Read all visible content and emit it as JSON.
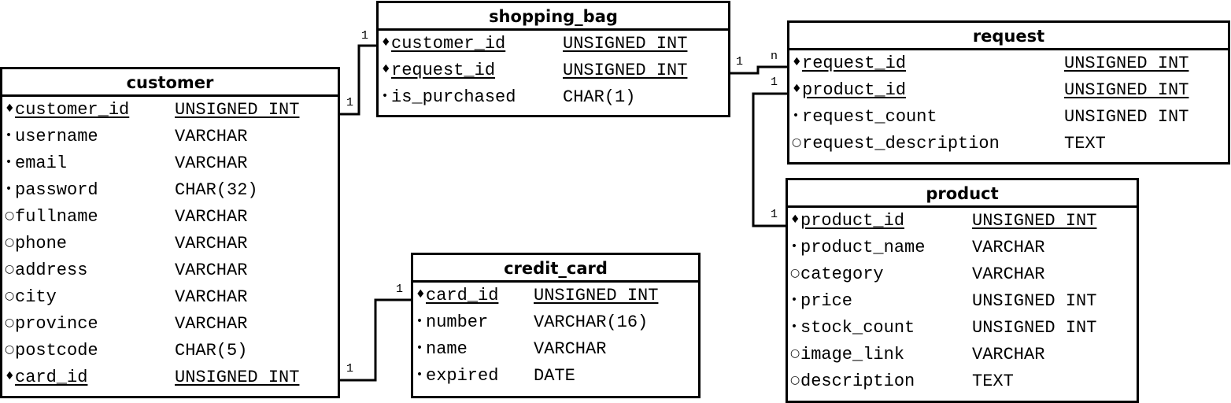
{
  "tables": {
    "customer": {
      "name": "customer",
      "fields": [
        {
          "name": "customer_id",
          "type": "UNSIGNED INT",
          "marker": "♦",
          "key": true
        },
        {
          "name": "username",
          "type": "VARCHAR",
          "marker": "•",
          "key": false
        },
        {
          "name": "email",
          "type": "VARCHAR",
          "marker": "•",
          "key": false
        },
        {
          "name": "password",
          "type": "CHAR(32)",
          "marker": "•",
          "key": false
        },
        {
          "name": "fullname",
          "type": "VARCHAR",
          "marker": "○",
          "key": false
        },
        {
          "name": "phone",
          "type": "VARCHAR",
          "marker": "○",
          "key": false
        },
        {
          "name": "address",
          "type": "VARCHAR",
          "marker": "○",
          "key": false
        },
        {
          "name": "city",
          "type": "VARCHAR",
          "marker": "○",
          "key": false
        },
        {
          "name": "province",
          "type": "VARCHAR",
          "marker": "○",
          "key": false
        },
        {
          "name": "postcode",
          "type": "CHAR(5)",
          "marker": "○",
          "key": false
        },
        {
          "name": "card_id",
          "type": "UNSIGNED INT",
          "marker": "♦",
          "key": true
        }
      ]
    },
    "shopping_bag": {
      "name": "shopping_bag",
      "fields": [
        {
          "name": "customer_id",
          "type": "UNSIGNED INT",
          "marker": "♦",
          "key": true
        },
        {
          "name": "request_id",
          "type": "UNSIGNED INT",
          "marker": "♦",
          "key": true
        },
        {
          "name": "is_purchased",
          "type": "CHAR(1)",
          "marker": "•",
          "key": false
        }
      ]
    },
    "request": {
      "name": "request",
      "fields": [
        {
          "name": "request_id",
          "type": "UNSIGNED INT",
          "marker": "♦",
          "key": true
        },
        {
          "name": "product_id",
          "type": "UNSIGNED INT",
          "marker": "♦",
          "key": true
        },
        {
          "name": "request_count",
          "type": "UNSIGNED INT",
          "marker": "•",
          "key": false
        },
        {
          "name": "request_description",
          "type": "TEXT",
          "marker": "○",
          "key": false
        }
      ]
    },
    "credit_card": {
      "name": "credit_card",
      "fields": [
        {
          "name": "card_id",
          "type": "UNSIGNED INT",
          "marker": "♦",
          "key": true
        },
        {
          "name": "number",
          "type": "VARCHAR(16)",
          "marker": "•",
          "key": false
        },
        {
          "name": "name",
          "type": "VARCHAR",
          "marker": "•",
          "key": false
        },
        {
          "name": "expired",
          "type": "DATE",
          "marker": "•",
          "key": false
        }
      ]
    },
    "product": {
      "name": "product",
      "fields": [
        {
          "name": "product_id",
          "type": "UNSIGNED INT",
          "marker": "♦",
          "key": true
        },
        {
          "name": "product_name",
          "type": "VARCHAR",
          "marker": "•",
          "key": false
        },
        {
          "name": "category",
          "type": "VARCHAR",
          "marker": "○",
          "key": false
        },
        {
          "name": "price",
          "type": "UNSIGNED INT",
          "marker": "•",
          "key": false
        },
        {
          "name": "stock_count",
          "type": "UNSIGNED INT",
          "marker": "•",
          "key": false
        },
        {
          "name": "image_link",
          "type": "VARCHAR",
          "marker": "○",
          "key": false
        },
        {
          "name": "description",
          "type": "TEXT",
          "marker": "○",
          "key": false
        }
      ]
    }
  },
  "relationships": [
    {
      "from": "customer",
      "to": "shopping_bag",
      "from_card": "1",
      "to_card": "1"
    },
    {
      "from": "shopping_bag",
      "to": "request",
      "from_card": "1",
      "to_card": "n"
    },
    {
      "from": "request",
      "to": "product",
      "from_card": "1",
      "to_card": "1"
    },
    {
      "from": "customer",
      "to": "credit_card",
      "from_card": "1",
      "to_card": "1"
    }
  ]
}
